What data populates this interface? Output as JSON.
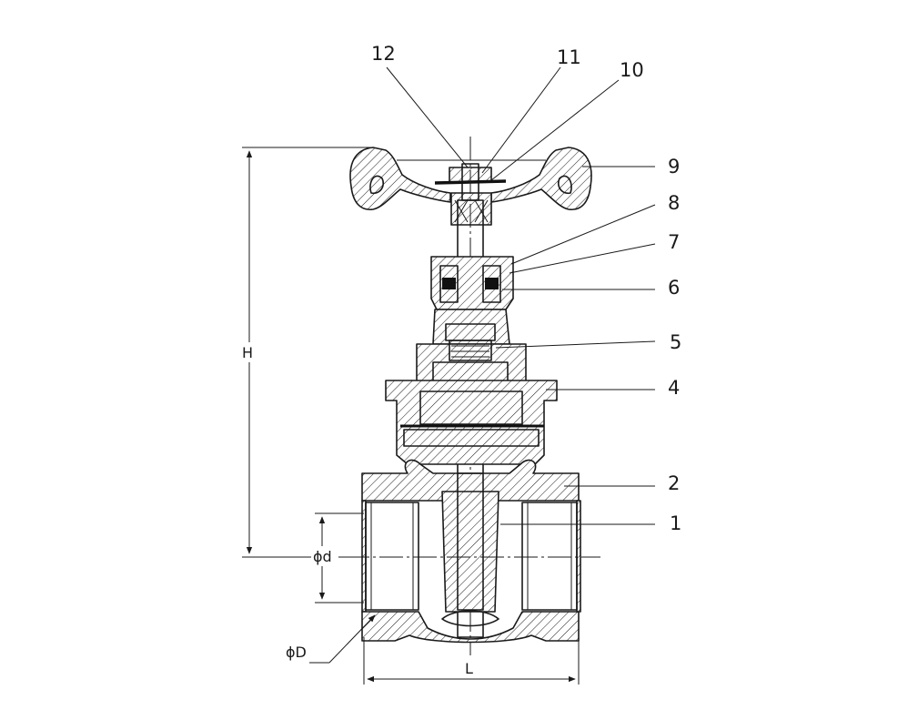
{
  "callouts": [
    {
      "id": "1",
      "text": "1"
    },
    {
      "id": "2",
      "text": "2"
    },
    {
      "id": "4",
      "text": "4"
    },
    {
      "id": "5",
      "text": "5"
    },
    {
      "id": "6",
      "text": "6"
    },
    {
      "id": "7",
      "text": "7"
    },
    {
      "id": "8",
      "text": "8"
    },
    {
      "id": "9",
      "text": "9"
    },
    {
      "id": "10",
      "text": "10"
    },
    {
      "id": "11",
      "text": "11"
    },
    {
      "id": "12",
      "text": "12"
    }
  ],
  "dimensions": {
    "height": "H",
    "length": "L",
    "bore": "ϕd",
    "outer": "ϕD"
  }
}
